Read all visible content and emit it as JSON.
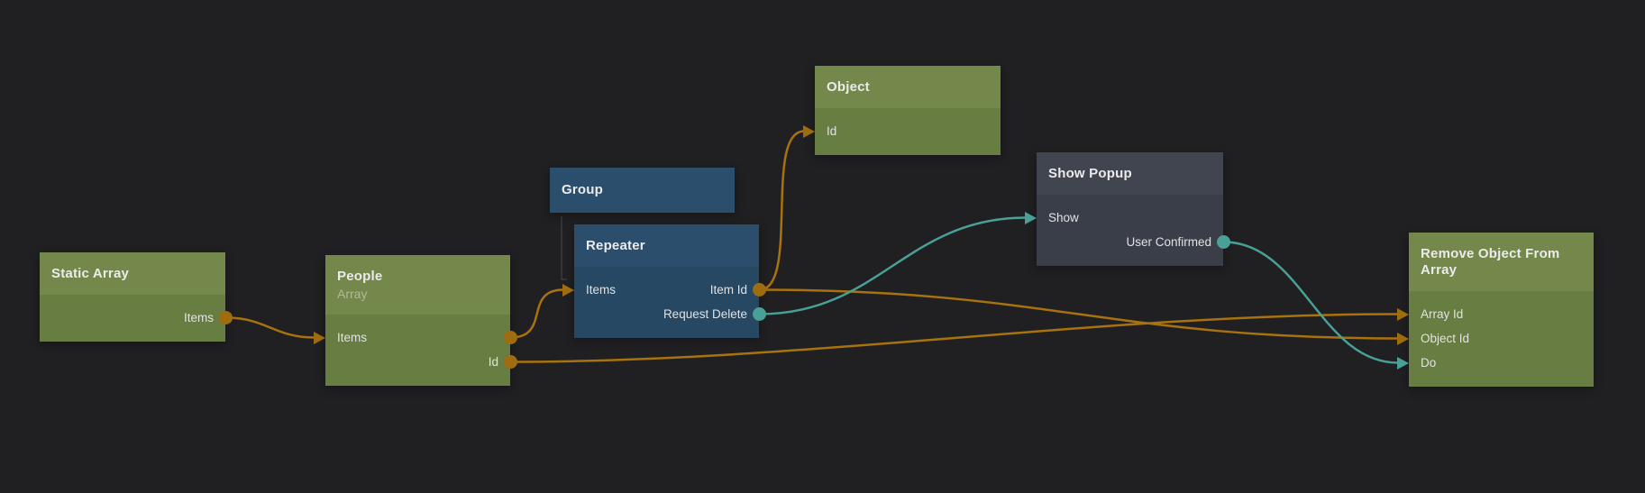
{
  "app": {
    "view": "node-graph-canvas"
  },
  "colors": {
    "background": "#202022",
    "data_wire": "#a8720e",
    "signal_wire": "#49a096",
    "green_node_header": "#73884a",
    "green_node_body": "#687d41",
    "blue_node_header": "#2b4e6d",
    "blue_node_body": "#264862",
    "dark_node_header": "#41454f",
    "dark_node_body": "#3a3e49",
    "hierarchy_line": "#474747"
  },
  "nodes": {
    "static_array": {
      "title": "Static Array",
      "ports": {
        "items_out": "Items"
      }
    },
    "people": {
      "title": "People",
      "subtitle": "Array",
      "ports": {
        "items": "Items",
        "id_out": "Id"
      }
    },
    "group": {
      "title": "Group"
    },
    "repeater": {
      "title": "Repeater",
      "ports": {
        "items_in": "Items",
        "item_id_out": "Item Id",
        "request_delete_out": "Request Delete"
      }
    },
    "object": {
      "title": "Object",
      "ports": {
        "id_in": "Id"
      }
    },
    "show_popup": {
      "title": "Show Popup",
      "ports": {
        "show_in": "Show",
        "user_confirmed_out": "User Confirmed"
      }
    },
    "remove_object": {
      "title": "Remove Object From Array",
      "ports": {
        "array_id_in": "Array Id",
        "object_id_in": "Object Id",
        "do_in": "Do"
      }
    }
  },
  "connections": [
    {
      "from": "static_array.items_out",
      "to": "people.items",
      "type": "data"
    },
    {
      "from": "people.items",
      "to": "repeater.items_in",
      "type": "data"
    },
    {
      "from": "people.id_out",
      "to": "remove_object.array_id_in",
      "type": "data"
    },
    {
      "from": "repeater.item_id_out",
      "to": "object.id_in",
      "type": "data"
    },
    {
      "from": "repeater.item_id_out",
      "to": "remove_object.object_id_in",
      "type": "data"
    },
    {
      "from": "repeater.request_delete_out",
      "to": "show_popup.show_in",
      "type": "signal"
    },
    {
      "from": "show_popup.user_confirmed_out",
      "to": "remove_object.do_in",
      "type": "signal"
    }
  ],
  "hierarchy": [
    {
      "parent": "group",
      "child": "repeater"
    }
  ]
}
